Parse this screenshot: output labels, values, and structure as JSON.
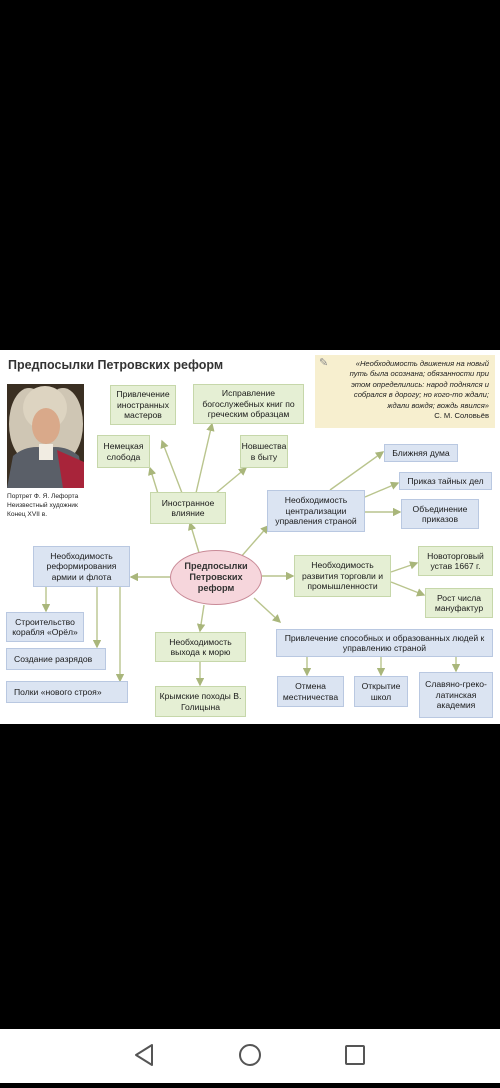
{
  "diagram": {
    "title": "Предпосылки Петровских реформ",
    "quote": {
      "text": "«Необходимость движения на новый путь была осознана; обязанности при этом определились: народ поднялся и собрался в дорогу; но кого-то ждали; ждали вождя; вождь явился»",
      "author": "С. М. Соловьёв",
      "icon": "quill-icon"
    },
    "portrait_caption": [
      "Портрет Ф. Я. Лефорта",
      "Неизвестный художник",
      "Конец XVII в."
    ],
    "center": "Предпосылки Петровских реформ",
    "nodes": {
      "foreign_influence": "Иностранное влияние",
      "foreign_masters": "Привлечение иностранных мастеров",
      "book_correction": "Исправление богослужебных книг по греческим образцам",
      "german_quarter": "Немецкая слобода",
      "novelties": "Новшества в быту",
      "centralization": "Необходимость централизации управления страной",
      "near_duma": "Ближняя дума",
      "secret_office": "Приказ тайных дел",
      "prikaz_union": "Объединение приказов",
      "trade": "Необходимость развития торговли и промышленности",
      "trade_charter": "Новоторговый устав 1667 г.",
      "manufactures": "Рост числа мануфактур",
      "army_reform": "Необходимость реформирования армии и флота",
      "orel": "Строительство корабля «Орёл»",
      "razryady": "Создание разрядов",
      "regiments": "Полки «нового строя»",
      "sea_access": "Необходимость выхода к морю",
      "crimean": "Крымские походы В. Голицына",
      "capable_people": "Привлечение способных и образованных людей к управлению страной",
      "mestnichestvo": "Отмена местничества",
      "schools": "Открытие школ",
      "academy": "Славяно-греко-латинская академия"
    },
    "colors": {
      "green_box": "#e5efd4",
      "blue_box": "#dbe4f2",
      "center": "#f6d6dc",
      "arrow": "#b9c48d",
      "quote_bg": "#f7efcf"
    }
  },
  "navbar": {
    "back_icon": "back-triangle-icon",
    "home_icon": "home-circle-icon",
    "recents_icon": "recents-square-icon"
  }
}
